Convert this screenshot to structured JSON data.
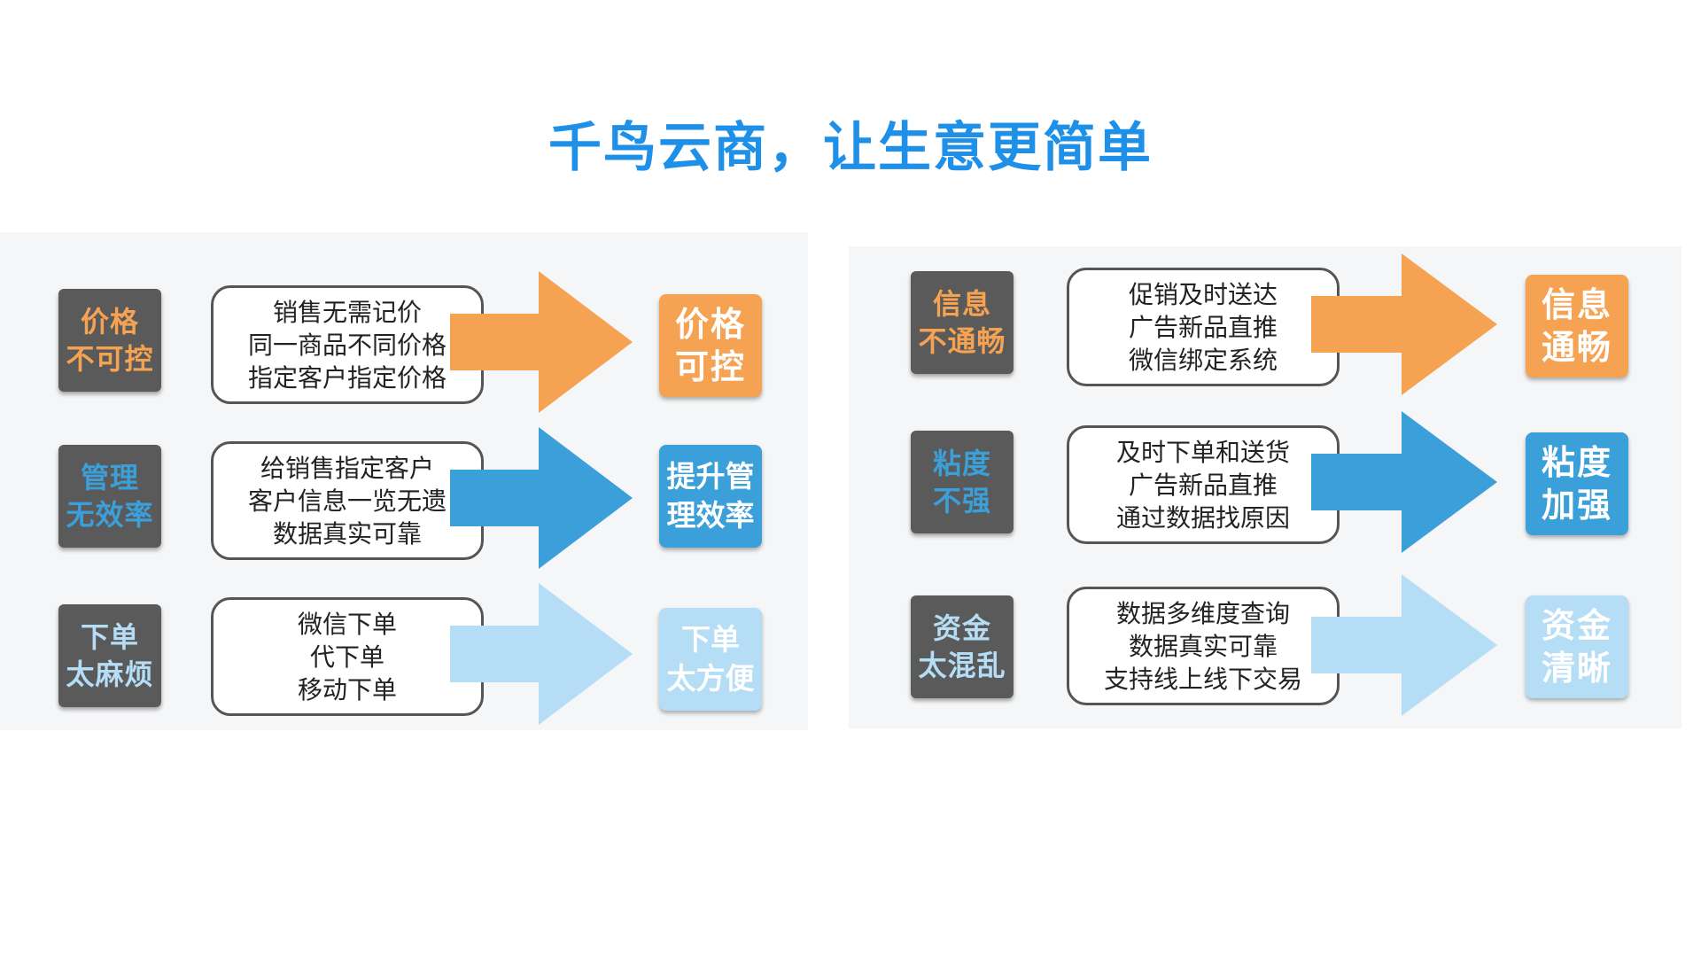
{
  "title": "千鸟云商，让生意更简单",
  "colors": {
    "orange": "#f5a352",
    "blue": "#3b9fd9",
    "lightblue": "#b6ddf6",
    "title": "#1e90e8",
    "dark": "#5a5a5a"
  },
  "left_rows": [
    {
      "before": [
        "价格",
        "不可控"
      ],
      "desc": [
        "销售无需记价",
        "同一商品不同价格",
        "指定客户指定价格"
      ],
      "after": [
        "价格",
        "可控"
      ]
    },
    {
      "before": [
        "管理",
        "无效率"
      ],
      "desc": [
        "给销售指定客户",
        "客户信息一览无遗",
        "数据真实可靠"
      ],
      "after": [
        "提升管",
        "理效率"
      ]
    },
    {
      "before": [
        "下单",
        "太麻烦"
      ],
      "desc": [
        "微信下单",
        "代下单",
        "移动下单"
      ],
      "after": [
        "下单",
        "太方便"
      ]
    }
  ],
  "right_rows": [
    {
      "before": [
        "信息",
        "不通畅"
      ],
      "desc": [
        "促销及时送达",
        "广告新品直推",
        "微信绑定系统"
      ],
      "after": [
        "信息",
        "通畅"
      ]
    },
    {
      "before": [
        "粘度",
        "不强"
      ],
      "desc": [
        "及时下单和送货",
        "广告新品直推",
        "通过数据找原因"
      ],
      "after": [
        "粘度",
        "加强"
      ]
    },
    {
      "before": [
        "资金",
        "太混乱"
      ],
      "desc": [
        "数据多维度查询",
        "数据真实可靠",
        "支持线上线下交易"
      ],
      "after": [
        "资金",
        "清晰"
      ]
    }
  ]
}
